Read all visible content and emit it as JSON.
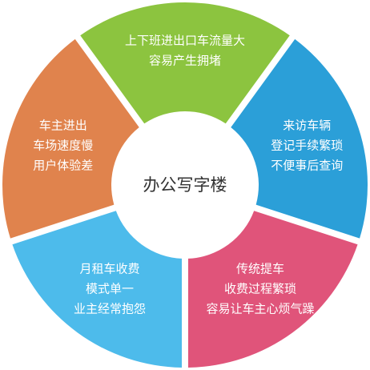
{
  "center": {
    "label": "办公写字楼"
  },
  "segments": [
    {
      "id": "top",
      "color": "#8cc43f",
      "lines": [
        "上下班进出口车流量大",
        "容易产生拥堵"
      ]
    },
    {
      "id": "right",
      "color": "#2b9fd8",
      "lines": [
        "来访车辆",
        "登记手续繁琐",
        "不便事后查询"
      ]
    },
    {
      "id": "bottom-right",
      "color": "#e0547a",
      "lines": [
        "传统提车",
        "收费过程繁琐",
        "容易让车主心烦气躁"
      ]
    },
    {
      "id": "bottom-left",
      "color": "#4dbbeb",
      "lines": [
        "月租车收费",
        "模式单一",
        "业主经常抱怨"
      ]
    },
    {
      "id": "left",
      "color": "#e0834d",
      "lines": [
        "车主进出",
        "车场速度慢",
        "用户体验差"
      ]
    }
  ]
}
